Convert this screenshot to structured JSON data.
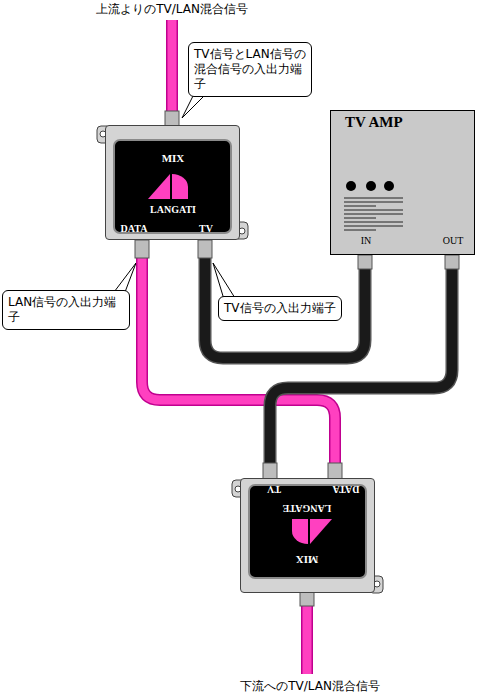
{
  "diagram": {
    "nodes": [
      {
        "text": [
          "MIX",
          "LANGATI",
          "DATA",
          "TV"
        ]
      },
      {
        "text": [
          "TV AMP",
          "IN",
          "OUT"
        ]
      },
      {
        "text": [
          "TV",
          "DATA",
          "LANGATE",
          "MIX"
        ]
      },
      {
        "text": [
          "TV信号とLAN信号の混合信号の入出力端子"
        ]
      },
      {
        "text": [
          "LAN信号の入出力端子"
        ]
      },
      {
        "text": [
          "TV信号の入出力端子"
        ]
      }
    ],
    "edges": [
      {
        "from": 0,
        "to": 2,
        "arrow": "none"
      },
      {
        "from": 0,
        "to": 1,
        "arrow": "none"
      },
      {
        "from": 1,
        "to": 2,
        "arrow": "none"
      }
    ],
    "labels": [
      "上流よりのTV/LAN混合信号",
      "下流へのTV/LAN混合信号"
    ]
  }
}
